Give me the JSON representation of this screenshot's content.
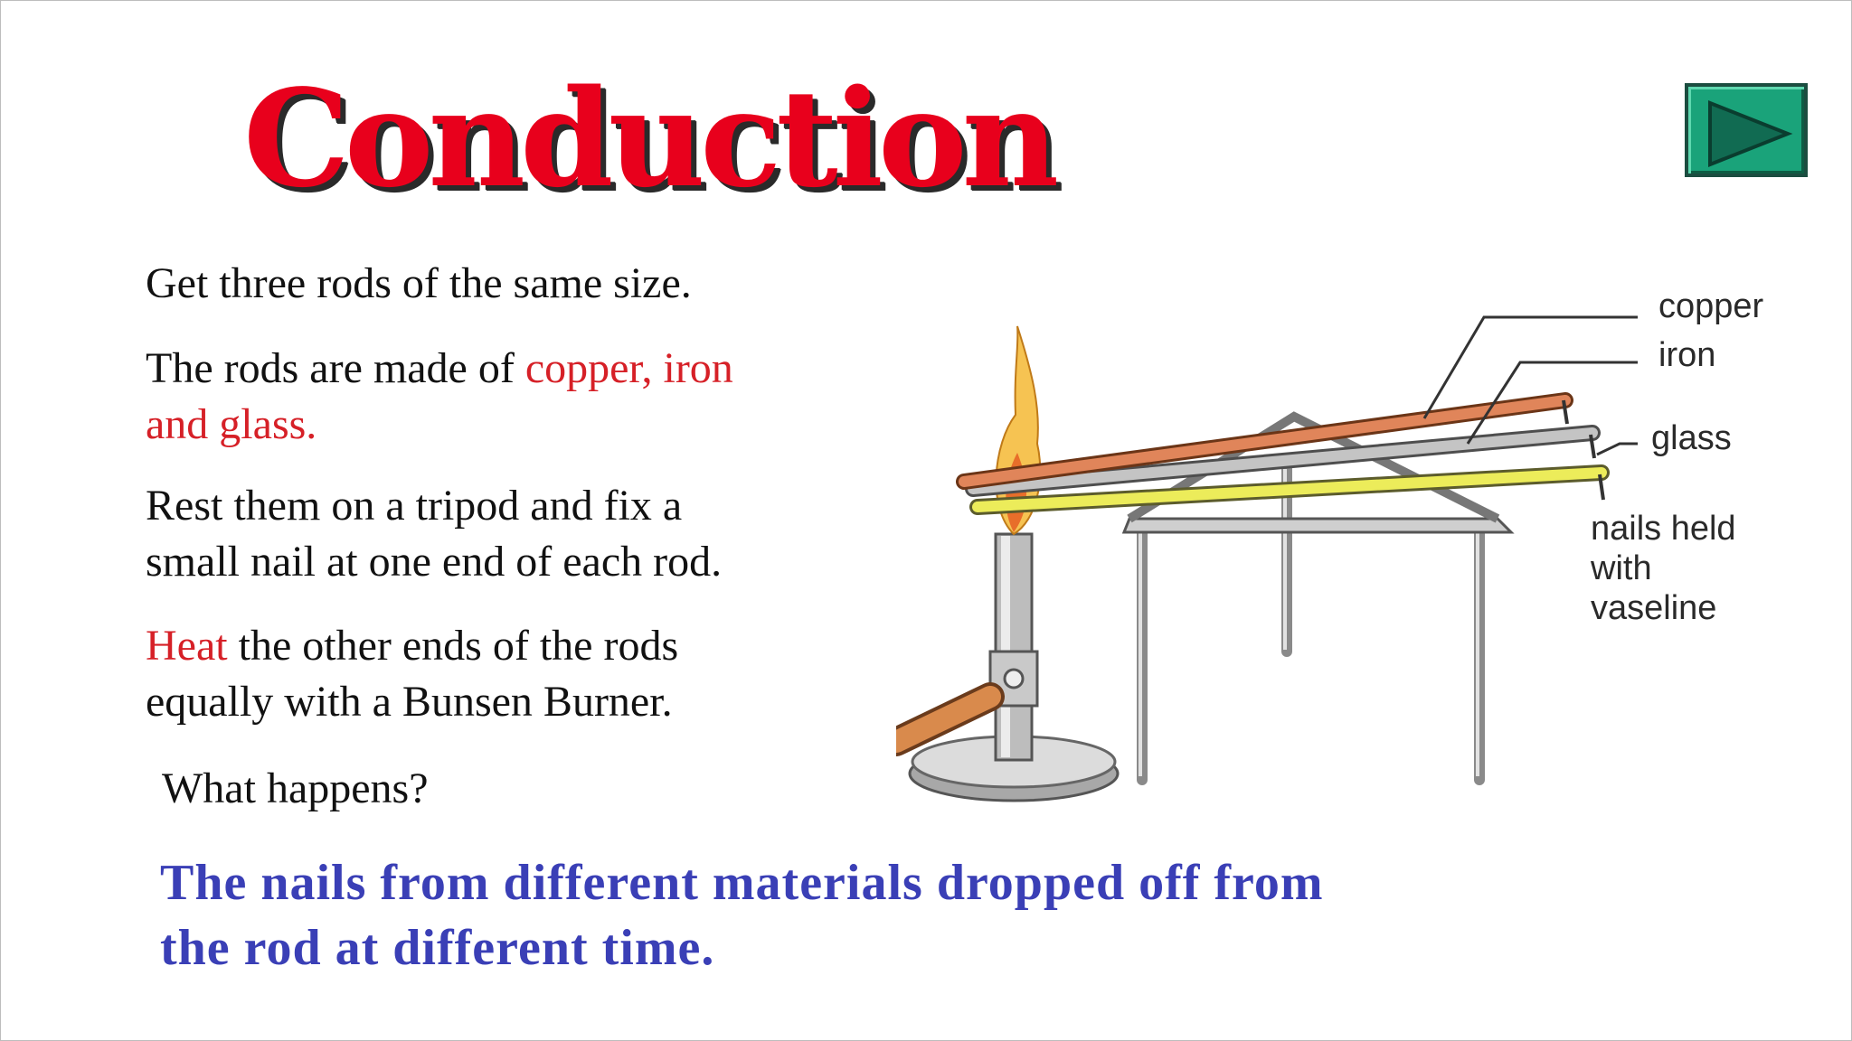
{
  "slide": {
    "title": "Conduction",
    "next_button_label": "next",
    "steps": [
      {
        "text": "Get three rods of the same size."
      },
      {
        "text_before": "The rods are made of ",
        "highlight": "copper, iron",
        "line2": "and glass."
      },
      {
        "line1": "Rest them on a tripod and fix a",
        "line2": "small nail at one end of each rod."
      },
      {
        "highlight": "Heat",
        "text_after": " the other ends of the rods",
        "line2": "equally with a Bunsen Burner."
      }
    ],
    "question": "What happens?",
    "answer_line1": "The nails from different materials dropped off from",
    "answer_line2": "the rod at different time."
  },
  "diagram": {
    "labels": {
      "copper": "copper",
      "iron": "iron",
      "glass": "glass",
      "nails_line1": "nails held",
      "nails_line2": "with",
      "nails_line3": "vaseline"
    },
    "colors": {
      "copper_rod": "#e0855a",
      "iron_rod": "#b9b9b9",
      "glass_rod": "#ecec5a",
      "flame": "#f2a52e"
    }
  },
  "colors": {
    "title": "#e8001c",
    "highlight": "#d62027",
    "answer": "#3a3fb6",
    "button": "#1aa37a"
  }
}
